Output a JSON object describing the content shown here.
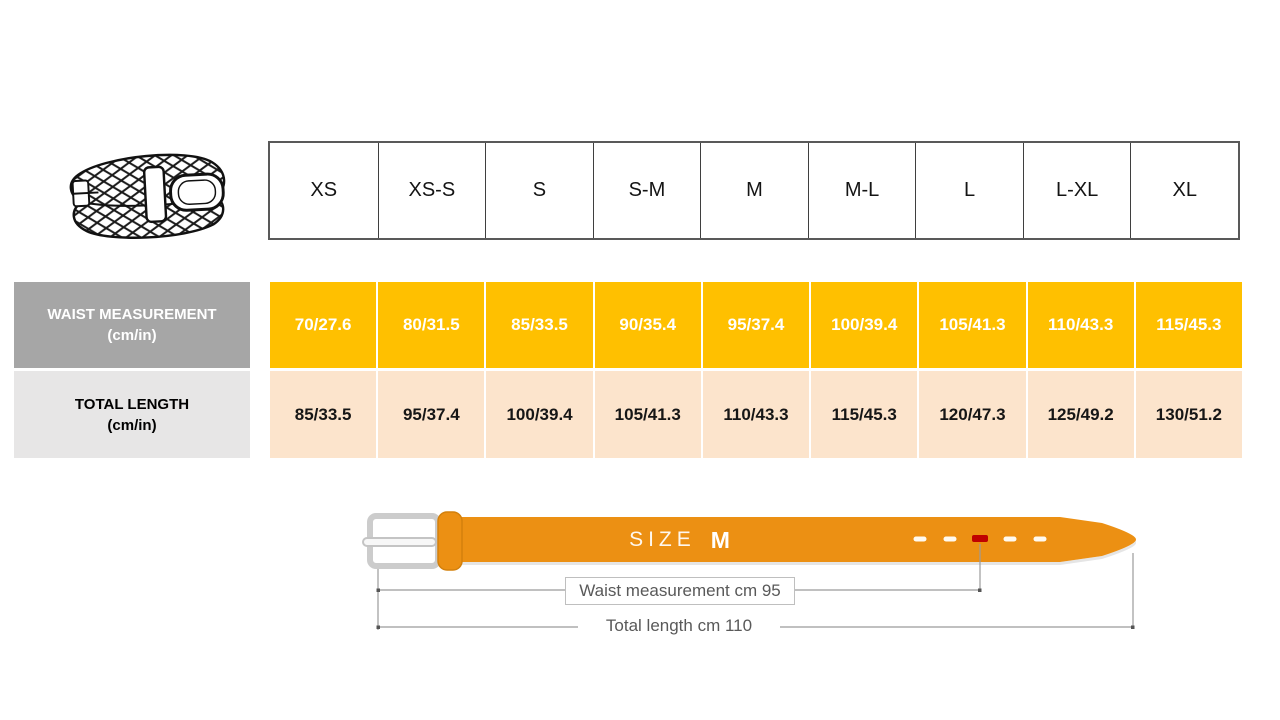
{
  "chart_data": {
    "type": "table",
    "columns": [
      "XS",
      "XS-S",
      "S",
      "S-M",
      "M",
      "M-L",
      "L",
      "L-XL",
      "XL"
    ],
    "rows": [
      {
        "label_line1": "WAIST MEASUREMENT",
        "label_line2": "(cm/in)",
        "values": [
          "70/27.6",
          "80/31.5",
          "85/33.5",
          "90/35.4",
          "95/37.4",
          "100/39.4",
          "105/41.3",
          "110/43.3",
          "115/45.3"
        ]
      },
      {
        "label_line1": "TOTAL LENGTH",
        "label_line2": "(cm/in)",
        "values": [
          "85/33.5",
          "95/37.4",
          "100/39.4",
          "105/41.3",
          "110/43.3",
          "115/45.3",
          "120/47.3",
          "125/49.2",
          "130/51.2"
        ]
      }
    ],
    "layout_hints": {
      "grid": "off",
      "legend": "none"
    }
  },
  "diagram": {
    "size_label": "SIZE",
    "size_value": "M",
    "waist_caption": "Waist measurement cm 95",
    "length_caption": "Total length cm 110"
  },
  "icons": {
    "belt_illustration": "braided-belt-icon",
    "marked_hole": "red-center-hole"
  },
  "colors": {
    "waist_row_bg": "#FFC000",
    "length_row_bg": "#FCE4CC",
    "waist_label_bg": "#A6A6A6",
    "length_label_bg": "#E7E6E6",
    "belt_orange": "#EC9013",
    "marked_hole_red": "#C00000",
    "measure_line_gray": "#9b9b9b"
  }
}
